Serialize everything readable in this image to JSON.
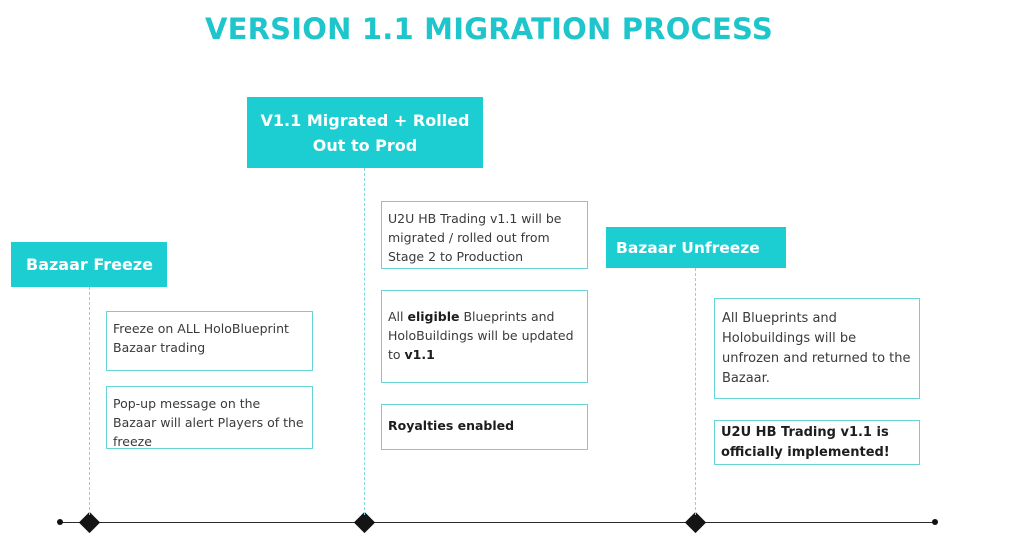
{
  "title": "VERSION 1.1 MIGRATION PROCESS",
  "phases": {
    "freeze": {
      "label": "Bazaar Freeze",
      "notes": [
        "Freeze on ALL HoloBlueprint Bazaar trading",
        "Pop-up message on the Bazaar will alert Players of the freeze"
      ]
    },
    "migrated": {
      "label": "V1.1 Migrated + Rolled Out to Prod",
      "notes": [
        "U2U HB Trading v1.1 will be migrated / rolled out from Stage 2 to Production",
        {
          "before": "All ",
          "bold1": "eligible",
          "middle": " Blueprints and HoloBuildings will be updated to ",
          "bold2": "v1.1"
        },
        "Royalties enabled"
      ]
    },
    "unfreeze": {
      "label": "Bazaar Unfreeze",
      "notes": [
        "All Blueprints and Holobuildings will be unfrozen and returned to the Bazaar.",
        "U2U HB Trading v1.1 is officially implemented!"
      ]
    }
  },
  "colors": {
    "accent": "#1ccdd2",
    "title": "#1ec6cc",
    "note_border": "#67d4d8",
    "timeline": "#2b2b2b"
  }
}
